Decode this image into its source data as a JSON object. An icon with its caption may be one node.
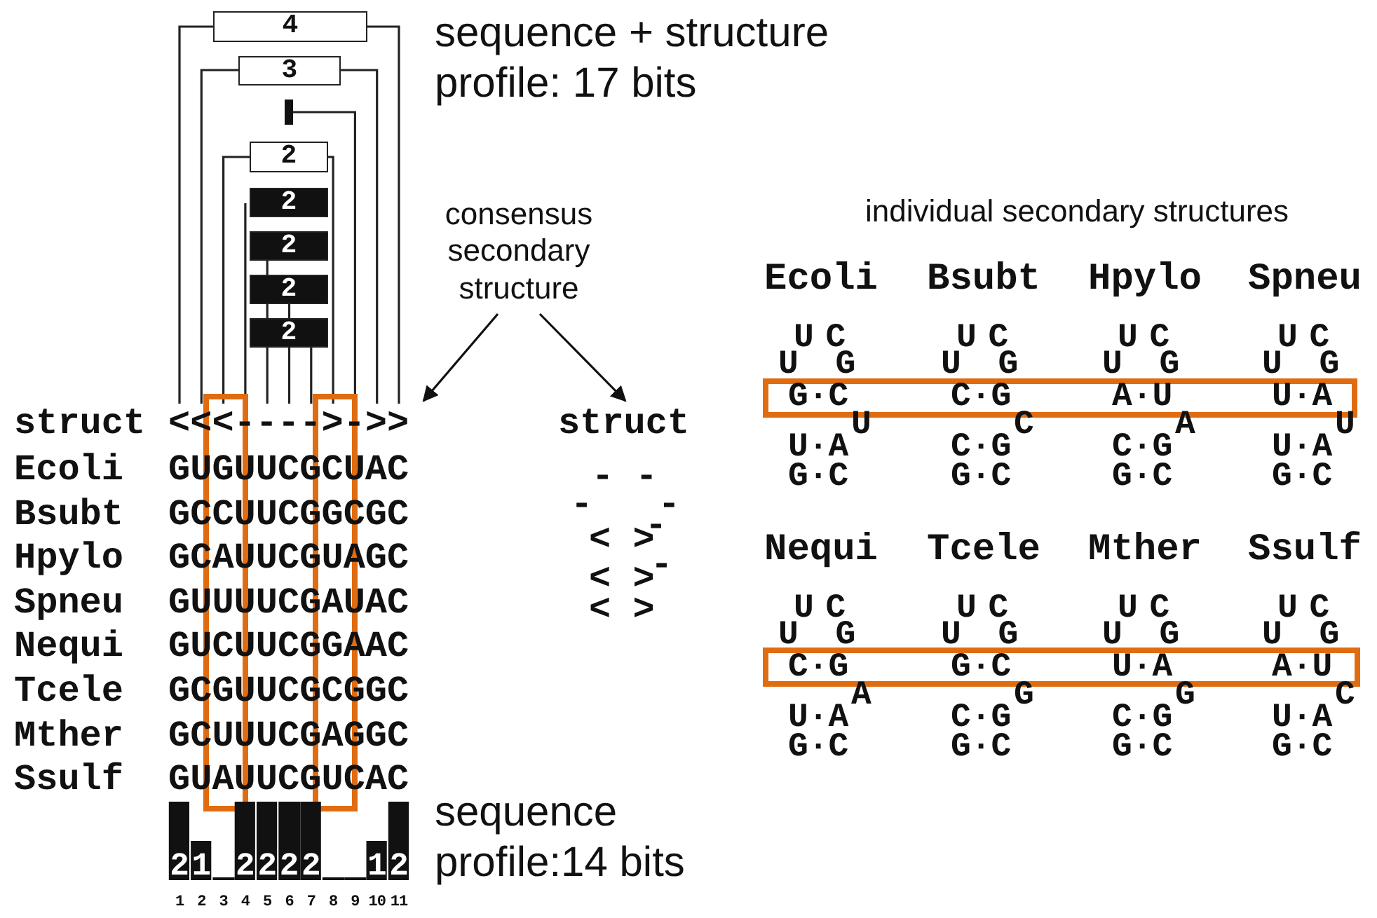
{
  "diagram": {
    "nodes": [
      {
        "text": [
          "4"
        ]
      },
      {
        "text": [
          "3"
        ]
      },
      {
        "text": [],
        "shape": "bar"
      },
      {
        "text": [
          "2"
        ]
      },
      {
        "text": [
          "2"
        ]
      },
      {
        "text": [
          "2"
        ]
      },
      {
        "text": [
          "2"
        ]
      },
      {
        "text": [
          "2"
        ]
      },
      {
        "text": [
          "consensus secondary structure"
        ]
      },
      {
        "text": [
          "struct",
          "<<<---->->>"
        ]
      },
      {
        "text": [
          "struct"
        ]
      }
    ],
    "edges": [
      {
        "from": 8,
        "to": 9,
        "arrow": "to"
      },
      {
        "from": 8,
        "to": 10,
        "arrow": "to"
      }
    ],
    "labels": [
      "sequence + structure profile: 17 bits",
      "individual secondary structures",
      "Ecoli",
      "GUGUUCGCUAC",
      "Bsubt",
      "GCCUUCGGCGC",
      "Hpylo",
      "GCAUUCGUAGC",
      "Spneu",
      "GUUUUCGAUAC",
      "Nequi",
      "GUCUUCGGAAC",
      "Tcele",
      "GCGUUCGCGGC",
      "Mther",
      "GCUUUCGAGGC",
      "Ssulf",
      "GUAUUCGUCAC",
      "- -",
      "-   -",
      "< >",
      "-",
      "< >",
      "-",
      "< >",
      "Ecoli",
      "U C",
      "U G",
      "G·C",
      "U",
      "U·A",
      "G·C",
      "Bsubt",
      "U C",
      "U G",
      "C·G",
      "C",
      "C·G",
      "G·C",
      "Hpylo",
      "U C",
      "U G",
      "A·U",
      "A",
      "C·G",
      "G·C",
      "Spneu",
      "U C",
      "U G",
      "U·A",
      "U",
      "U·A",
      "G·C",
      "Nequi",
      "U C",
      "U G",
      "C·G",
      "A",
      "U·A",
      "G·C",
      "Tcele",
      "U C",
      "U G",
      "G·C",
      "G",
      "C·G",
      "G·C",
      "Mther",
      "U C",
      "U G",
      "U·A",
      "G",
      "C·G",
      "G·C",
      "Ssulf",
      "U C",
      "U G",
      "A·U",
      "C",
      "U·A",
      "G·C",
      "2",
      "1",
      "2",
      "2",
      "2",
      "2",
      "1",
      "2",
      "1",
      "2",
      "3",
      "4",
      "5",
      "6",
      "7",
      "8",
      "9",
      "10",
      "11",
      "sequence profile:14 bits"
    ]
  }
}
